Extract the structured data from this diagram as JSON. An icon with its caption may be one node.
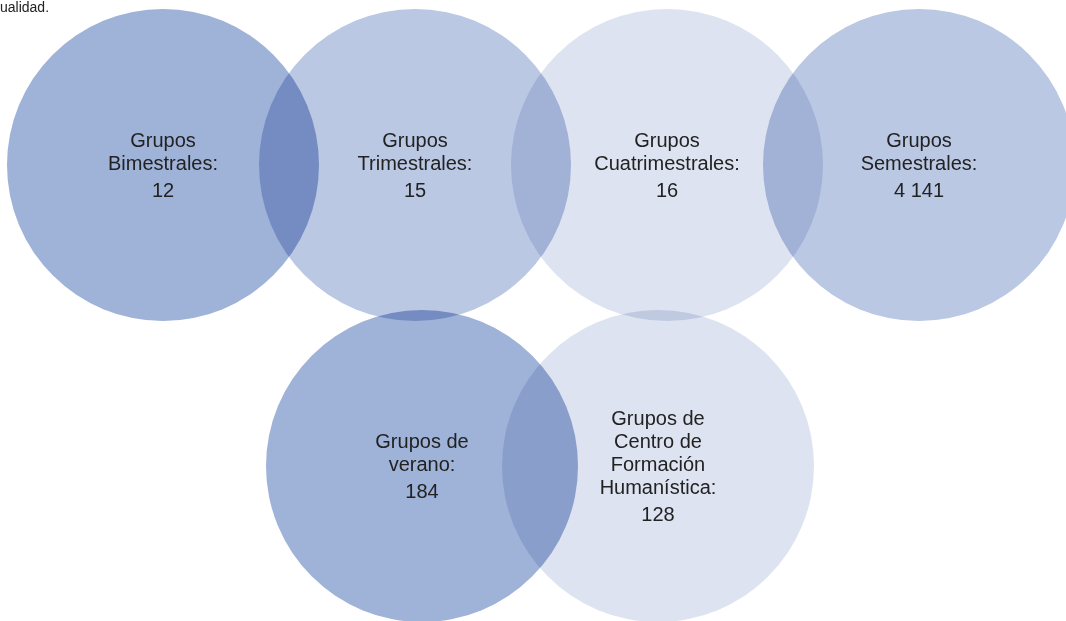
{
  "diagram": {
    "nodes": [
      {
        "text": [
          "Grupos Bimestrales:",
          "12"
        ]
      },
      {
        "text": [
          "Grupos Trimestrales:",
          "15"
        ]
      },
      {
        "text": [
          "Grupos Cuatrimestrales:",
          "16"
        ]
      },
      {
        "text": [
          "Grupos Semestrales:",
          "4 141"
        ]
      },
      {
        "text": [
          "Grupos de verano:",
          "184"
        ]
      },
      {
        "text": [
          "Grupos de Centro de Formación Humanística:",
          "128"
        ]
      }
    ],
    "labels": [
      "ualidad."
    ]
  }
}
